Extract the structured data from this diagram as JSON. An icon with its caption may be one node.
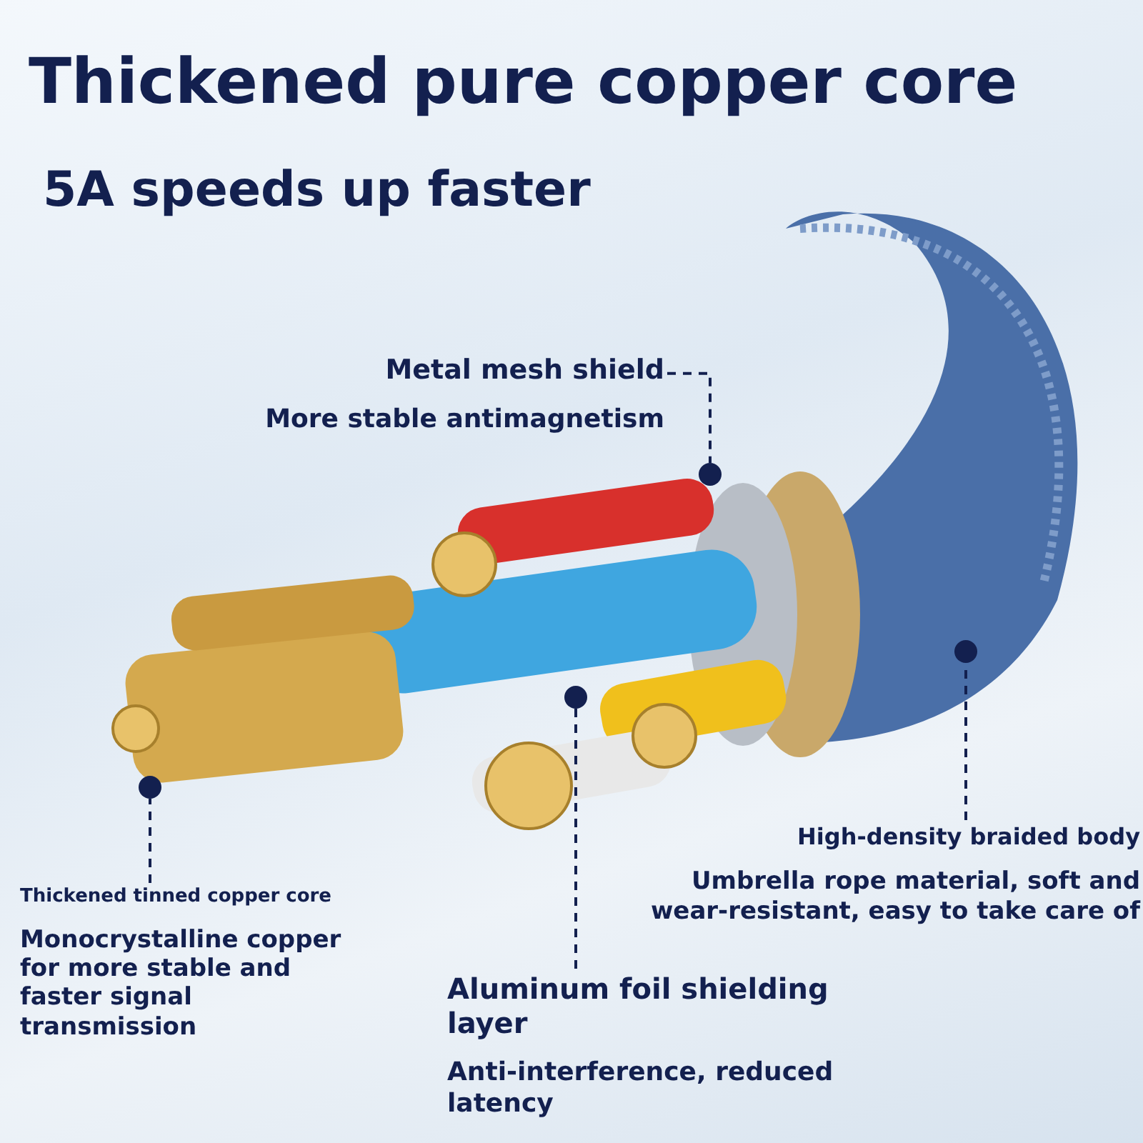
{
  "diagram": {
    "title": "Thickened pure copper core",
    "nodes": [
      {
        "text": [
          "Metal mesh shield",
          "More stable antimagnetism"
        ]
      },
      {
        "text": [],
        "shape": "circle"
      },
      {
        "text": [
          "High-density braided body",
          "Umbrella rope material, soft and wear-resistant, easy to take care of"
        ]
      },
      {
        "text": [],
        "shape": "circle"
      },
      {
        "text": [
          "Thickened tinned copper core",
          "Monocrystalline copper for more stable and faster signal transmission"
        ]
      },
      {
        "text": [],
        "shape": "circle"
      },
      {
        "text": [
          "Aluminum foil shielding layer",
          "Anti-interference, reduced latency"
        ]
      },
      {
        "text": [],
        "shape": "circle"
      }
    ],
    "edges": [
      {
        "from": 0,
        "to": 1,
        "arrow": "none",
        "style": "dashed"
      },
      {
        "from": 2,
        "to": 3,
        "arrow": "none",
        "style": "dashed"
      },
      {
        "from": 4,
        "to": 5,
        "arrow": "none",
        "style": "dashed"
      },
      {
        "from": 6,
        "to": 7,
        "arrow": "none",
        "style": "dashed"
      }
    ],
    "labels": [
      "5A speeds up faster"
    ]
  }
}
